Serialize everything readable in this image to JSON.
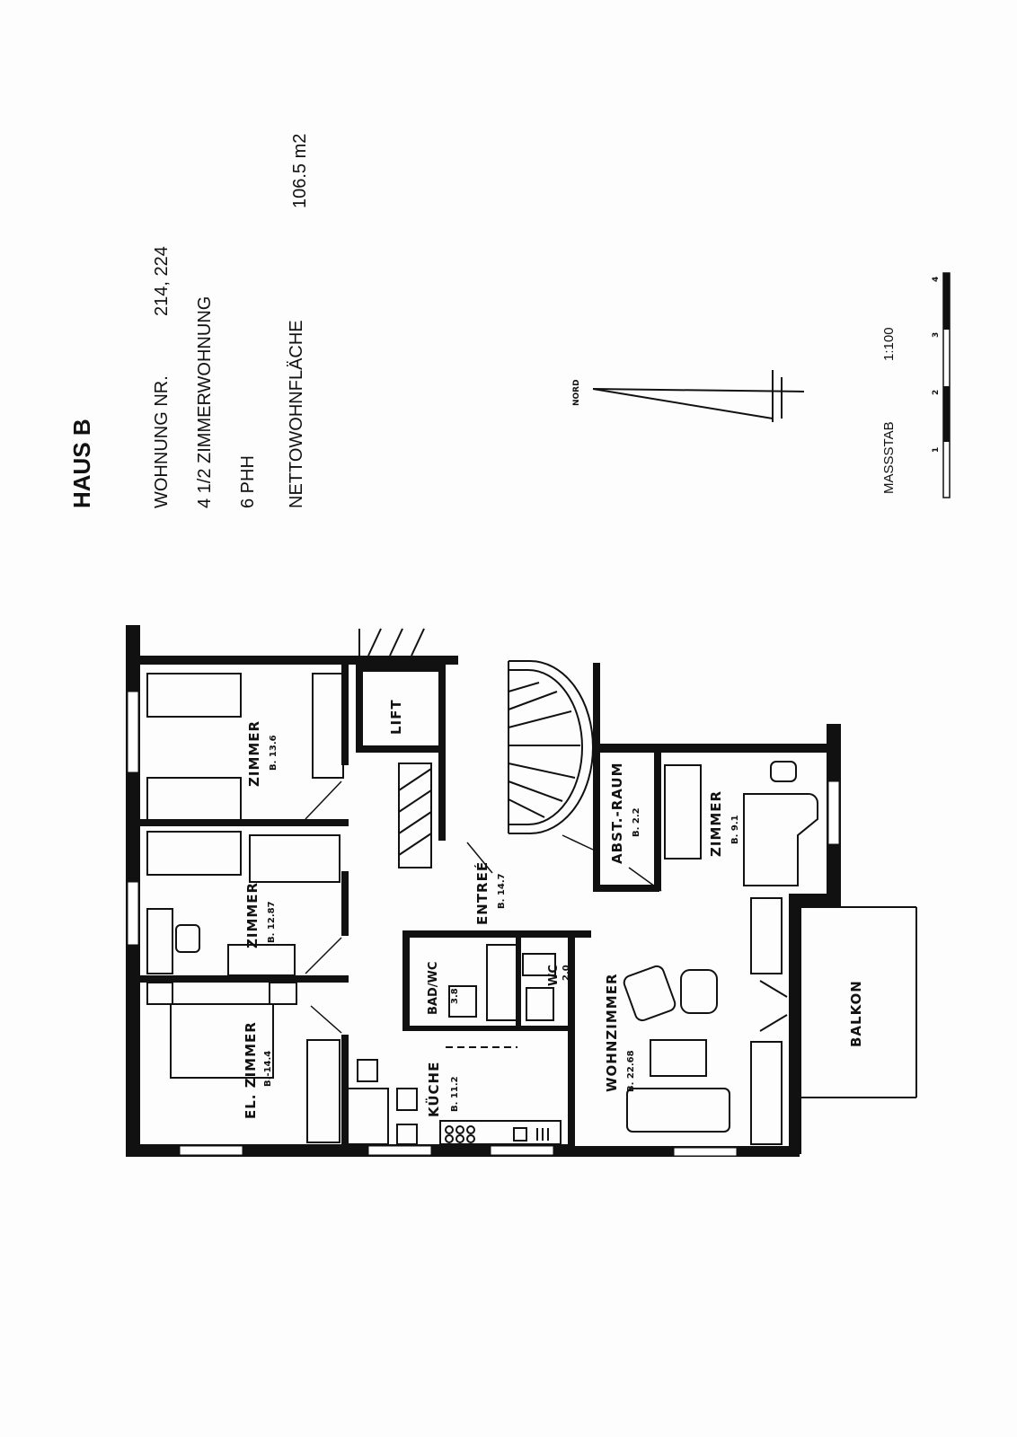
{
  "header": {
    "title": "HAUS  B",
    "apartment_label": "WOHNUNG NR.",
    "apartment_value": "214, 224",
    "apartment_type": "4 1/2 ZIMMERWOHNUNG",
    "persons": "6 PHH",
    "net_area_label": "NETTOWOHNFLÄCHE",
    "net_area_value": "106.5 m2"
  },
  "compass": {
    "label": "NORD"
  },
  "scale": {
    "label": "MASSSTAB",
    "value": "1:100",
    "ticks": [
      "1",
      "2",
      "3",
      "4"
    ]
  },
  "rooms": [
    {
      "name": "ZIMMER",
      "area": "B. 13.6"
    },
    {
      "name": "ZIMMER",
      "area": "B. 12.87"
    },
    {
      "name": "EL. ZIMMER",
      "area": "B.-14.4"
    },
    {
      "name": "LIFT"
    },
    {
      "name": "ENTREÉ",
      "area": "B. 14.7"
    },
    {
      "name": "BAD/WC",
      "area": "3.8"
    },
    {
      "name": "WC",
      "area": "2.0"
    },
    {
      "name": "KÜCHE",
      "area": "B. 11.2"
    },
    {
      "name": "WOHNZIMMER",
      "area": "B. 22.68"
    },
    {
      "name": "ABST.-RAUM",
      "area": "B. 2.2"
    },
    {
      "name": "ZIMMER",
      "area": "B. 9.1"
    },
    {
      "name": "BALKON"
    }
  ]
}
